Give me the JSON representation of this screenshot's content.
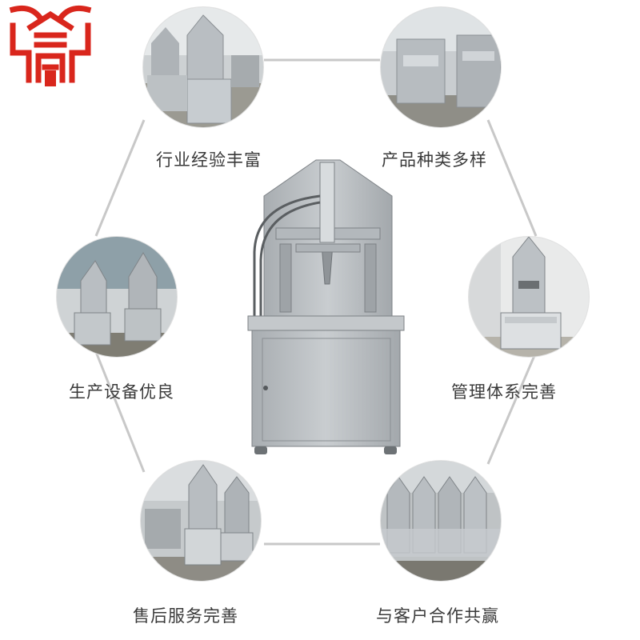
{
  "features": [
    {
      "label": "行业经验丰富"
    },
    {
      "label": "产品种类多样"
    },
    {
      "label": "生产设备优良"
    },
    {
      "label": "管理体系完善"
    },
    {
      "label": "售后服务完善"
    },
    {
      "label": "与客户合作共赢"
    }
  ],
  "colors": {
    "brand_red": "#d9261c",
    "connector_gray": "#c8c8c8",
    "label_text": "#3a3a3a",
    "steel": "#b9bec2"
  },
  "icons": {
    "logo": "brand-logo-icon",
    "machine": "stainless-steel-press-machine"
  }
}
